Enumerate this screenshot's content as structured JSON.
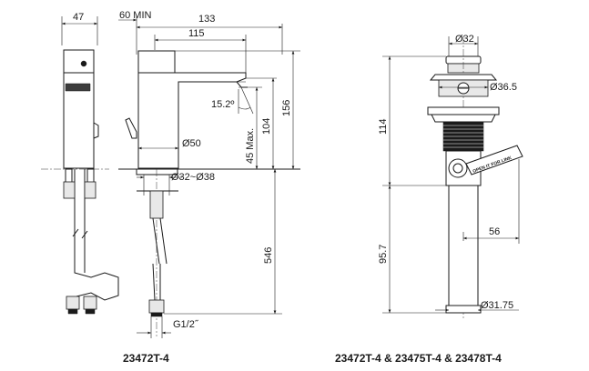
{
  "left_drawing": {
    "dims": {
      "width_47": "47",
      "min_60": "60 MIN",
      "reach_133": "133",
      "reach_115": "115",
      "height_156": "156",
      "height_104": "104",
      "max_45": "45 Max.",
      "angle": "15.2º",
      "dia_50": "Ø50",
      "dia_hole": "Ø32~Ø38",
      "length_546": "546",
      "thread": "G1/2˝"
    },
    "caption": "23472T-4"
  },
  "right_drawing": {
    "dims": {
      "dia_32": "Ø32",
      "dia_36_5": "Ø36.5",
      "height_114": "114",
      "height_95_7": "95.7",
      "offset_56": "56",
      "dia_31_75": "Ø31.75"
    },
    "lever_text": "OPEN IT FOR LINK",
    "caption": "23472T-4 & 23475T-4 & 23478T-4"
  }
}
